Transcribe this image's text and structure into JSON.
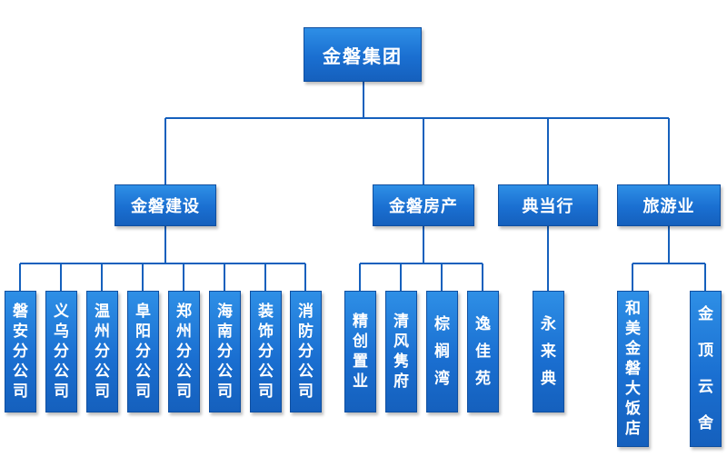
{
  "root": "金磐集团",
  "divisions": [
    {
      "label": "金磐建设",
      "children": [
        "磐安分公司",
        "义乌分公司",
        "温州分公司",
        "阜阳分公司",
        "郑州分公司",
        "海南分公司",
        "装饰分公司",
        "消防分公司"
      ]
    },
    {
      "label": "金磐房产",
      "children": [
        "精创置业",
        "清风隽府",
        "棕榈湾",
        "逸佳苑"
      ]
    },
    {
      "label": "典当行",
      "children": [
        "永来典"
      ]
    },
    {
      "label": "旅游业",
      "children": [
        "和美金磐大饭店",
        "金顶云舍"
      ]
    }
  ],
  "colors": {
    "node": "#1a6fd1",
    "line": "#1560bd",
    "text": "#ffffff"
  }
}
